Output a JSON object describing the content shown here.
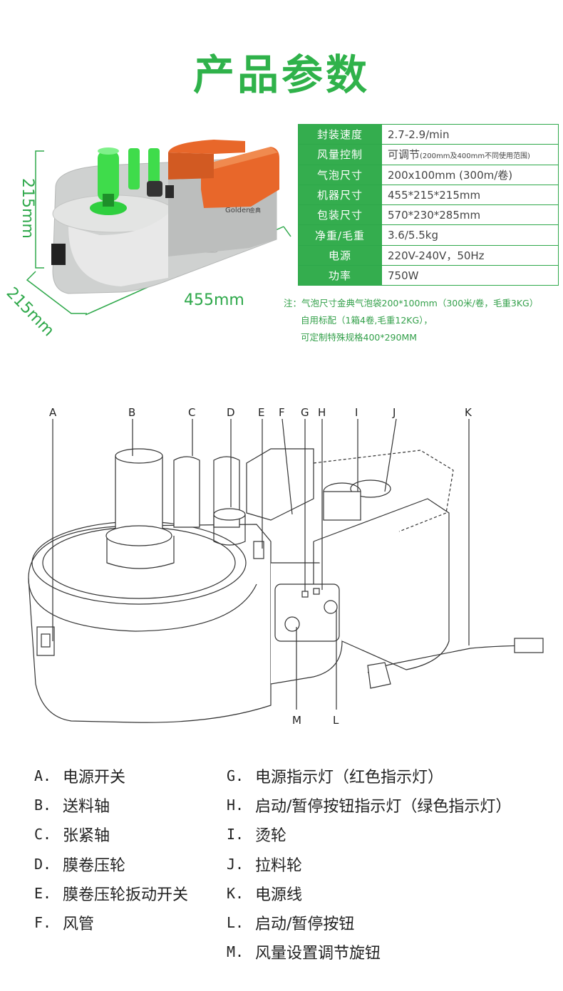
{
  "title": "产品参数",
  "specs": [
    {
      "key": "封装速度",
      "value": "2.7-2.9/min",
      "note": ""
    },
    {
      "key": "风量控制",
      "value": "可调节",
      "note": "(200mm及400mm不同使用范围)"
    },
    {
      "key": "气泡尺寸",
      "value": "200x100mm (300m/卷)",
      "note": ""
    },
    {
      "key": "机器尺寸",
      "value": "455*215*215mm",
      "note": ""
    },
    {
      "key": "包装尺寸",
      "value": "570*230*285mm",
      "note": ""
    },
    {
      "key": "净重/毛重",
      "value": "3.6/5.5kg",
      "note": ""
    },
    {
      "key": "电源",
      "value": "220V-240V，50Hz",
      "note": ""
    },
    {
      "key": "功率",
      "value": "750W",
      "note": ""
    }
  ],
  "notes": [
    "注：气泡尺寸金典气泡袋200*100mm（300米/卷，毛重3KG）",
    "自用标配（1箱4卷,毛重12KG），",
    "可定制特殊规格400*290MM"
  ],
  "dimensions": {
    "height": "215mm",
    "depth": "215mm",
    "width": "455mm"
  },
  "brand": {
    "logo": "Golden",
    "cn": "金典"
  },
  "callout_letters": [
    "A",
    "B",
    "C",
    "D",
    "E",
    "F",
    "G",
    "H",
    "I",
    "J",
    "K",
    "M",
    "L"
  ],
  "legend_left": [
    {
      "letter": "A.",
      "text": "电源开关"
    },
    {
      "letter": "B.",
      "text": "送料轴"
    },
    {
      "letter": "C.",
      "text": "张紧轴"
    },
    {
      "letter": "D.",
      "text": "膜卷压轮"
    },
    {
      "letter": "E.",
      "text": "膜卷压轮扳动开关"
    },
    {
      "letter": "F.",
      "text": "风管"
    }
  ],
  "legend_right": [
    {
      "letter": "G.",
      "text": "电源指示灯（红色指示灯）"
    },
    {
      "letter": "H.",
      "text": "启动/暂停按钮指示灯（绿色指示灯）"
    },
    {
      "letter": "I.",
      "text": "烫轮"
    },
    {
      "letter": "J.",
      "text": "拉料轮"
    },
    {
      "letter": "K.",
      "text": "电源线"
    },
    {
      "letter": "L.",
      "text": "启动/暂停按钮"
    },
    {
      "letter": "M.",
      "text": "风量设置调节旋钮"
    }
  ],
  "colors": {
    "accent": "#2fb24a",
    "machine_orange": "#e8672a",
    "machine_grey": "#cfd1d0",
    "roller_green": "#3fdc4b"
  }
}
